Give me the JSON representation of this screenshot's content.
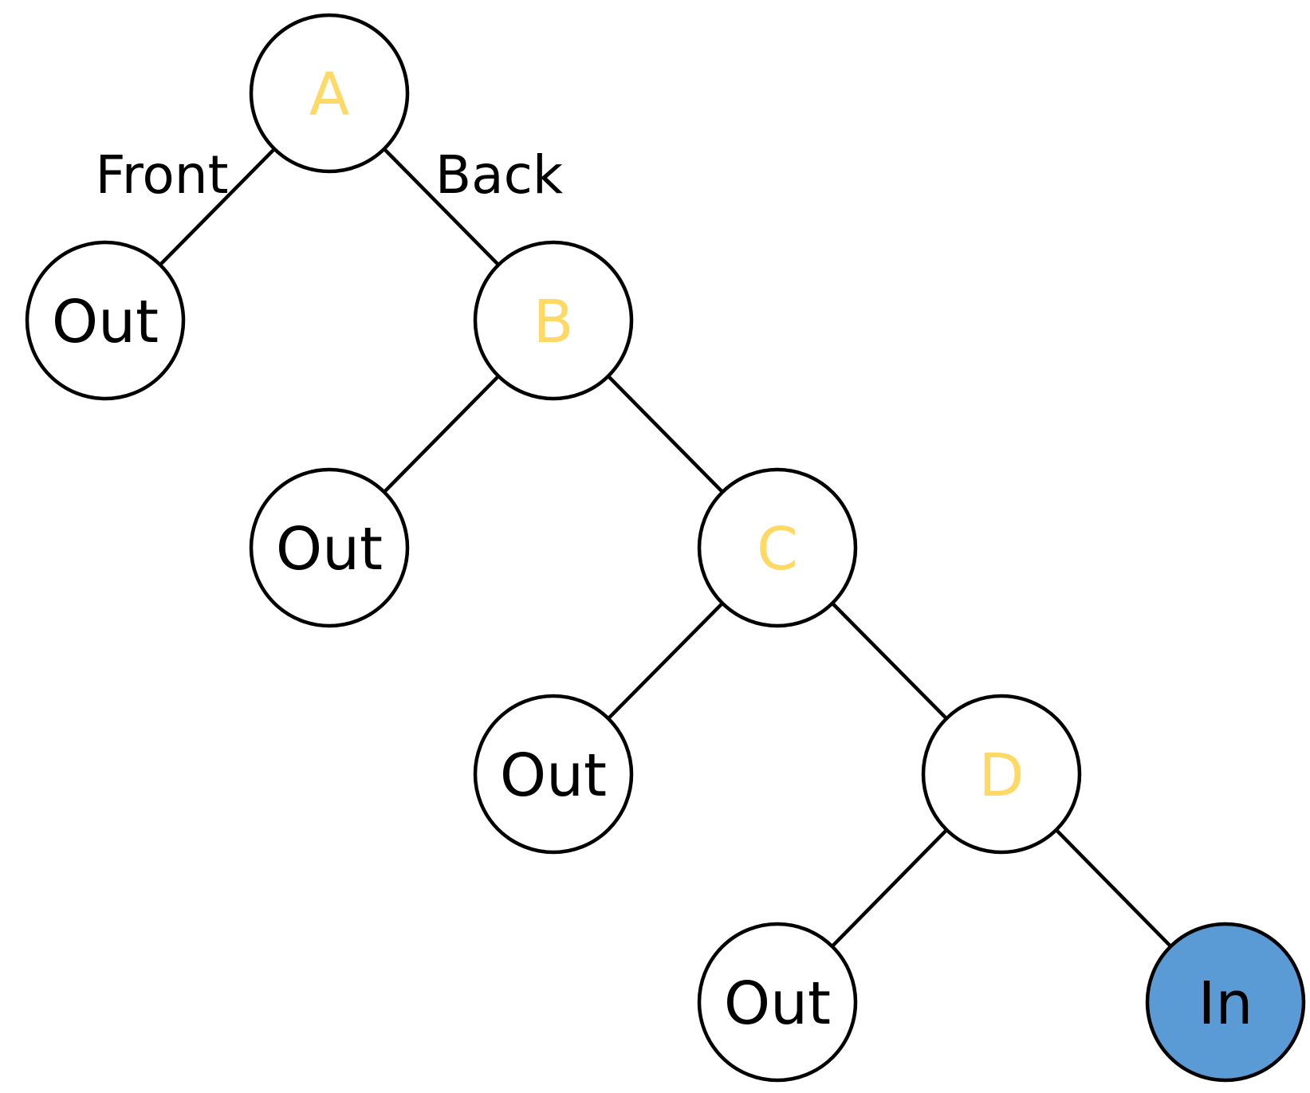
{
  "diagram": {
    "type": "binary-tree",
    "colors": {
      "decision_label": "#ffd966",
      "leaf_label": "#000000",
      "node_fill": "#ffffff",
      "highlight_fill": "#5b9bd5",
      "stroke": "#000000"
    },
    "edge_labels": {
      "front": "Front",
      "back": "Back"
    },
    "nodes": [
      {
        "id": "A",
        "label": "A",
        "kind": "decision"
      },
      {
        "id": "A-front",
        "label": "Out",
        "kind": "leaf"
      },
      {
        "id": "B",
        "label": "B",
        "kind": "decision"
      },
      {
        "id": "B-front",
        "label": "Out",
        "kind": "leaf"
      },
      {
        "id": "C",
        "label": "C",
        "kind": "decision"
      },
      {
        "id": "C-front",
        "label": "Out",
        "kind": "leaf"
      },
      {
        "id": "D",
        "label": "D",
        "kind": "decision"
      },
      {
        "id": "D-front",
        "label": "Out",
        "kind": "leaf"
      },
      {
        "id": "D-back",
        "label": "In",
        "kind": "highlight"
      }
    ],
    "edges": [
      {
        "from": "A",
        "to": "A-front",
        "branch": "front"
      },
      {
        "from": "A",
        "to": "B",
        "branch": "back"
      },
      {
        "from": "B",
        "to": "B-front",
        "branch": "front"
      },
      {
        "from": "B",
        "to": "C",
        "branch": "back"
      },
      {
        "from": "C",
        "to": "C-front",
        "branch": "front"
      },
      {
        "from": "C",
        "to": "D",
        "branch": "back"
      },
      {
        "from": "D",
        "to": "D-front",
        "branch": "front"
      },
      {
        "from": "D",
        "to": "D-back",
        "branch": "back"
      }
    ]
  }
}
